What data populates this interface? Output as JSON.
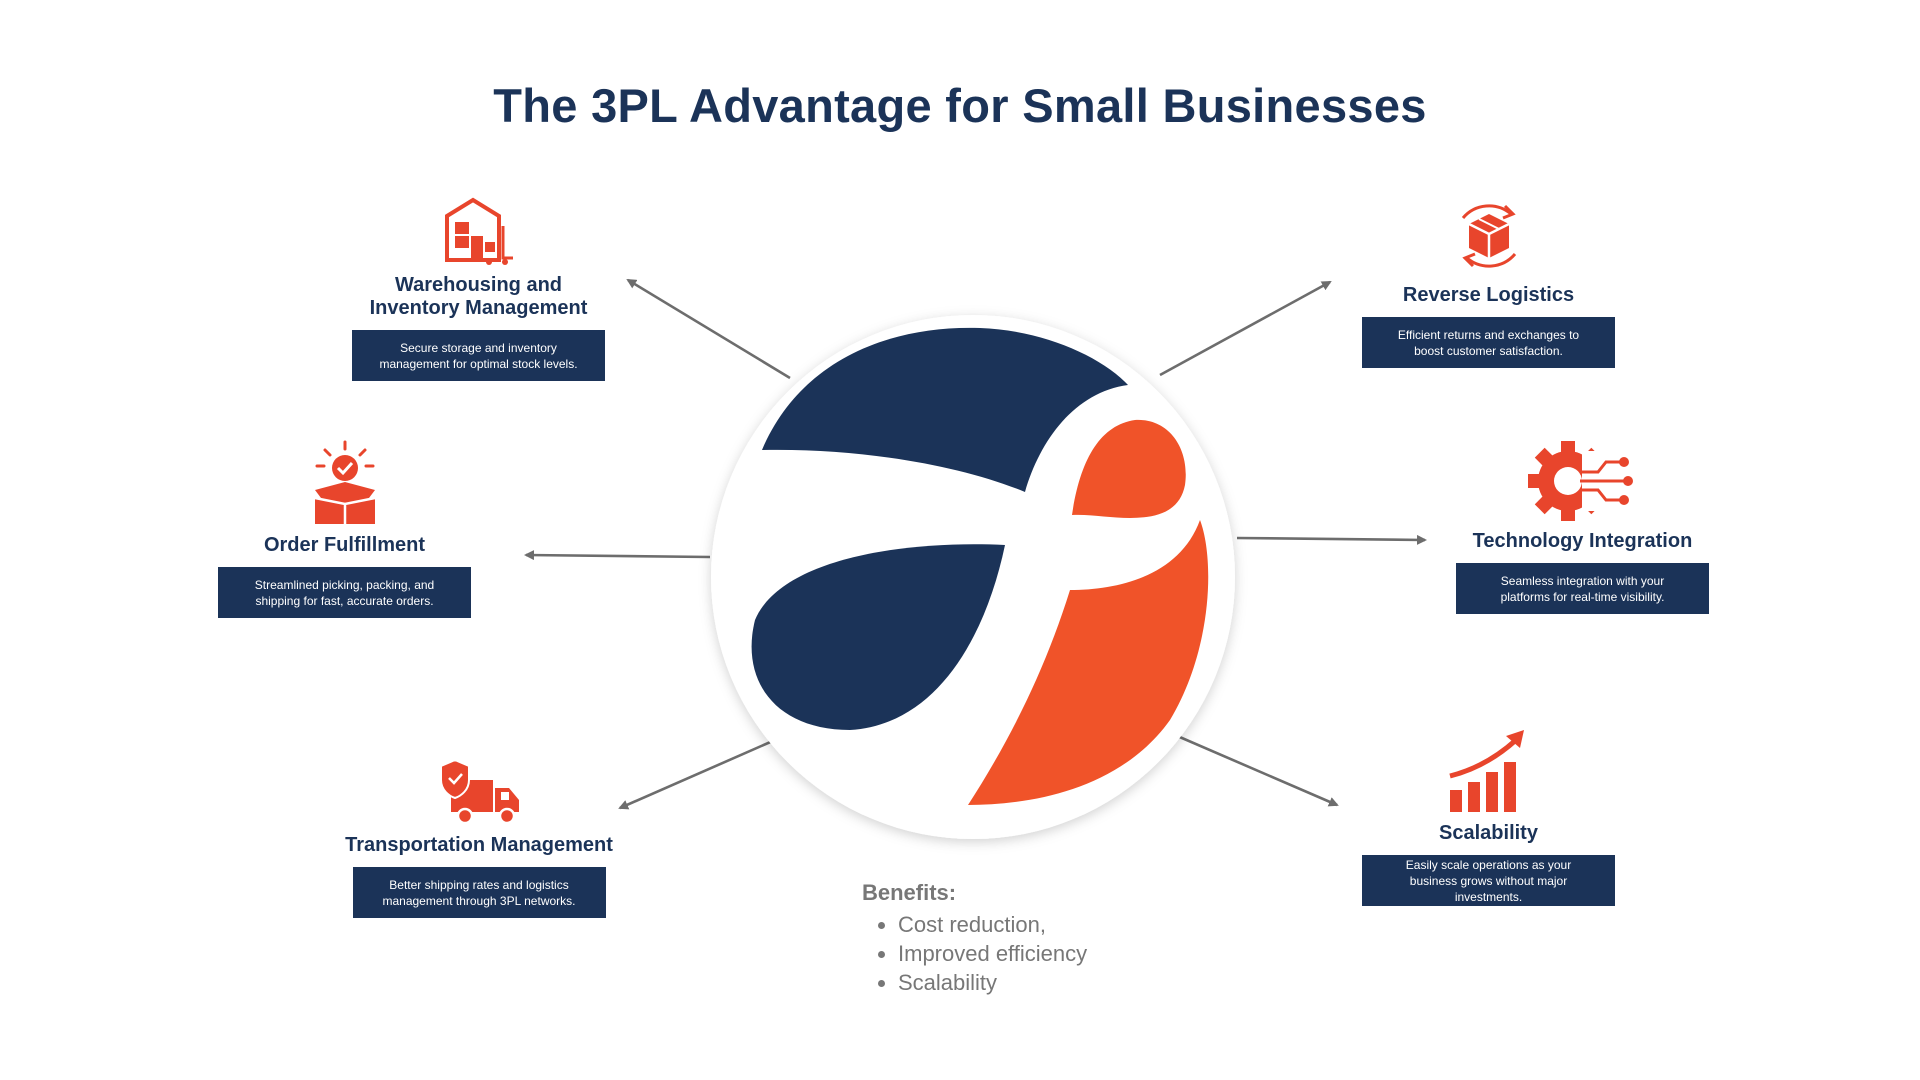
{
  "title": "The 3PL Advantage for Small Businesses",
  "services": [
    {
      "label": "Warehousing and Inventory Management",
      "description": "Secure storage and inventory management for optimal stock levels.",
      "icon": "warehouse-icon"
    },
    {
      "label": "Order Fulfillment",
      "description": "Streamlined picking, packing, and shipping for fast, accurate orders.",
      "icon": "package-check-icon"
    },
    {
      "label": "Transportation Management",
      "description": "Better shipping rates and logistics management through 3PL networks.",
      "icon": "truck-shield-icon"
    },
    {
      "label": "Reverse Logistics",
      "description": "Efficient returns and exchanges to boost customer satisfaction.",
      "icon": "return-box-icon"
    },
    {
      "label": "Technology Integration",
      "description": "Seamless integration with your platforms for real-time visibility.",
      "icon": "gear-circuit-icon"
    },
    {
      "label": "Scalability",
      "description": "Easily scale operations as your business grows without major investments.",
      "icon": "growth-chart-icon"
    }
  ],
  "benefits": {
    "heading": "Benefits:",
    "items": [
      "Cost reduction,",
      "Improved efficiency",
      "Scalability"
    ]
  },
  "colors": {
    "navy": "#1b3358",
    "orange": "#f05329",
    "icon_red": "#e8452c",
    "arrow": "#6d6d6d"
  }
}
